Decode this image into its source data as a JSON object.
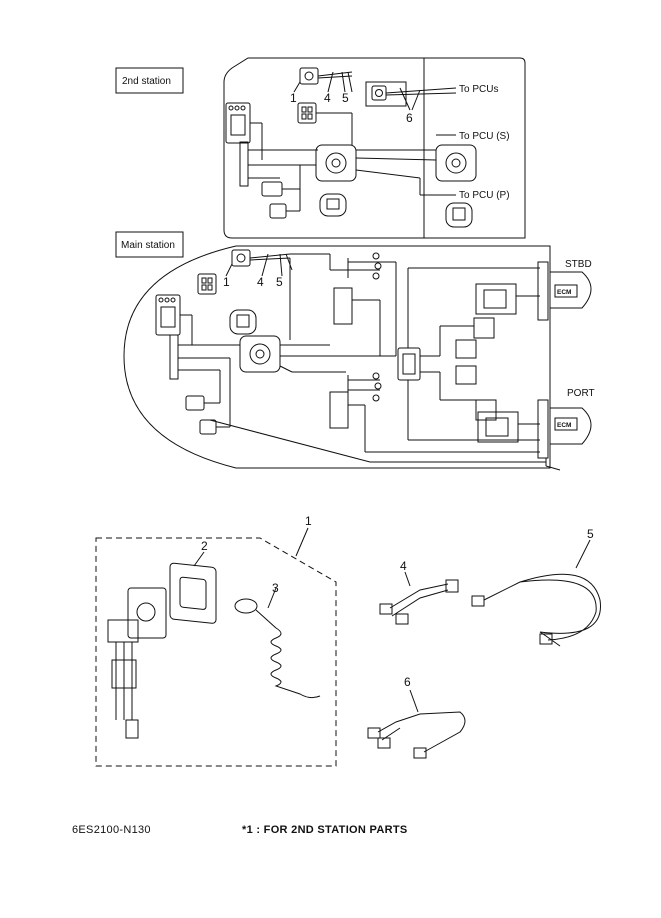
{
  "diagram": {
    "labels": {
      "second_station": "2nd station",
      "main_station": "Main station",
      "to_pcus": "To PCUs",
      "to_pcu_s": "To PCU (S)",
      "to_pcu_p": "To PCU (P)",
      "stbd": "STBD",
      "port": "PORT",
      "ecm": "ECM"
    },
    "callouts": [
      "1",
      "2",
      "3",
      "4",
      "5",
      "6"
    ]
  },
  "footer": {
    "code": "6ES2100-N130",
    "note": "*1 : FOR 2ND STATION PARTS"
  }
}
